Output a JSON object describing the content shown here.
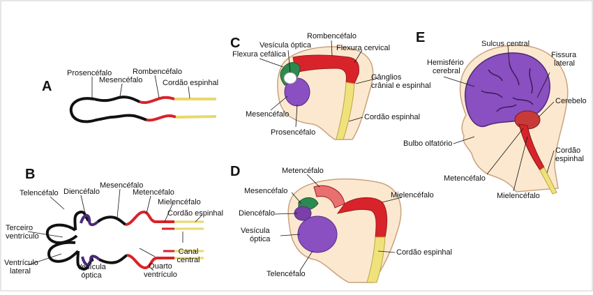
{
  "panels": {
    "A": {
      "letter": "A",
      "prosencefalo": "Prosencéfalo",
      "mesencefalo": "Mesencéfalo",
      "rombencefalo": "Rombencéfalo",
      "cordao": "Cordão espinhal"
    },
    "B": {
      "letter": "B",
      "telencefalo": "Telencéfalo",
      "diencefalo": "Diencéfalo",
      "mesencefalo": "Mesencéfalo",
      "metencefalo": "Metencéfalo",
      "mielencefalo": "Mielencéfalo",
      "cordao": "Cordão espinhal",
      "terceiro_1": "Terceiro",
      "terceiro_2": "ventrículo",
      "lateral_1": "Ventrículo",
      "lateral_2": "lateral",
      "optica_1": "Vesícula",
      "optica_2": "óptica",
      "quarto_1": "Quarto",
      "quarto_2": "ventrículo",
      "canal_1": "Canal",
      "canal_2": "central"
    },
    "C": {
      "letter": "C",
      "rombencefalo": "Rombencéfalo",
      "vesicula": "Vesícula óptica",
      "flexura_cervical": "Flexura cervical",
      "flexura_cefalica": "Flexura cefálica",
      "ganglios_1": "Gânglios",
      "ganglios_2": "crânial e espinhal",
      "mesencefalo": "Mesencéfalo",
      "cordao": "Cordão espinhal",
      "prosencefalo": "Prosencéfalo"
    },
    "D": {
      "letter": "D",
      "metencefalo": "Metencéfalo",
      "mesencefalo": "Mesencéfalo",
      "mielencefalo": "Mielencéfalo",
      "diencefalo": "Diencéfalo",
      "optica_1": "Vesícula",
      "optica_2": "óptica",
      "cordao": "Cordão espinhal",
      "telencefalo": "Telencéfalo"
    },
    "E": {
      "letter": "E",
      "sulcus": "Sulcus central",
      "hemisferio_1": "Hemisfério",
      "hemisferio_2": "cerebral",
      "fissura_1": "Fissura",
      "fissura_2": "lateral",
      "cerebelo": "Cerebelo",
      "bulbo": "Bulbo olfatório",
      "cordao_1": "Cordão",
      "cordao_2": "espinhal",
      "metencefalo": "Metencéfalo",
      "mielencefalo": "Mielencéfalo"
    }
  },
  "colors": {
    "black": "#111111",
    "red": "#d8232a",
    "yellow": "#f0e27a",
    "purple": "#8a4fc0",
    "green": "#2c8a4f",
    "skin": "#fbe8cf",
    "skin_line": "#c9a27e",
    "border": "#cccccc"
  }
}
